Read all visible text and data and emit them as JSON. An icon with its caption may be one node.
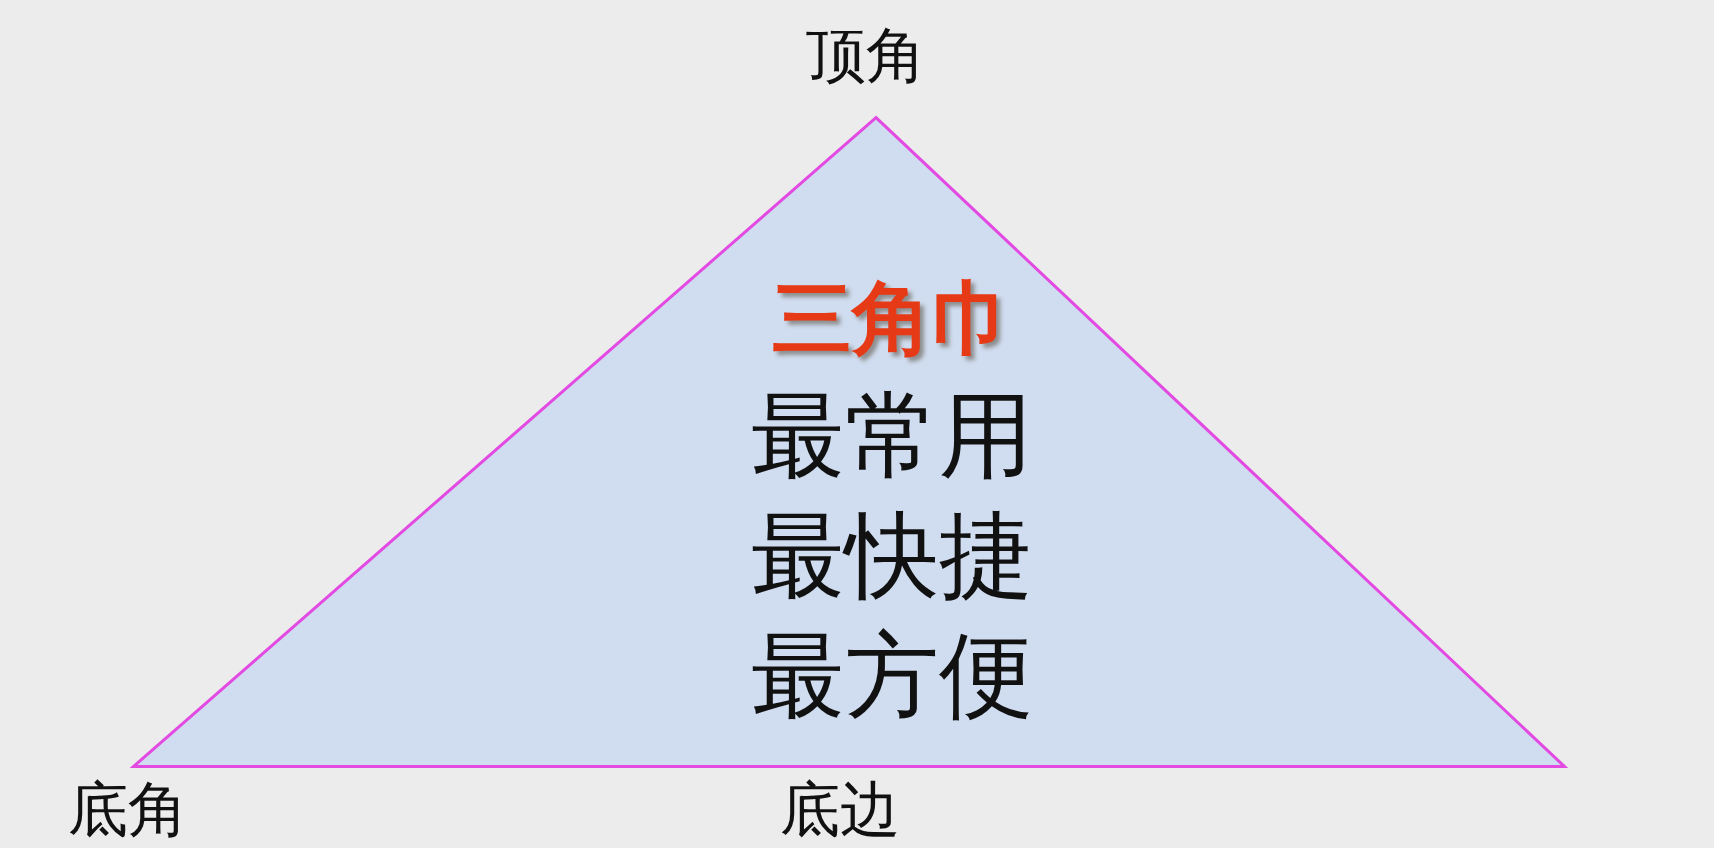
{
  "diagram": {
    "nodes": [
      {
        "text": [
          "三角巾",
          "最常用",
          "最快捷",
          "最方便"
        ]
      }
    ],
    "labels": [
      "顶角",
      "底角",
      "底边"
    ]
  }
}
